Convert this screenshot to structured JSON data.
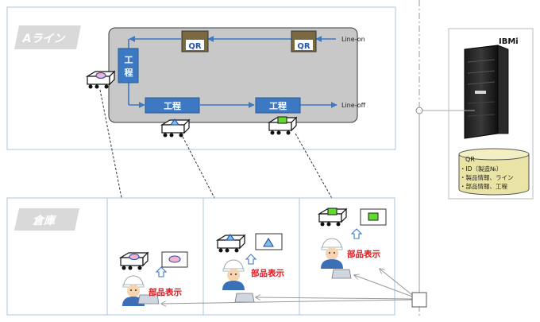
{
  "line_area": {
    "label": "Aライン"
  },
  "process_boxes": [
    {
      "label": "工程"
    },
    {
      "label": "工程"
    },
    {
      "label": "工程"
    }
  ],
  "qr_tags": [
    {
      "label": "QR"
    },
    {
      "label": "QR"
    }
  ],
  "flow_labels": {
    "line_on": "Line-on",
    "line_off": "Line-off"
  },
  "server": {
    "title": "IBMi",
    "db_title": "QR",
    "db_lines": [
      "・ID（製造№）",
      "・製品情報、ライン",
      "・部品情報、工程"
    ]
  },
  "warehouse": {
    "label": "倉庫"
  },
  "display_labels": [
    "部品表示",
    "部品表示",
    "部品表示"
  ],
  "colors": {
    "accent_blue": "#3d78c2",
    "label_red": "#e5141b",
    "line_panel": "#c8c8c8",
    "area_border": "#aac4e0"
  },
  "icons": [
    "cart-icon",
    "worker-icon",
    "laptop-icon",
    "display-panel-icon",
    "server-tower-icon",
    "database-icon"
  ]
}
